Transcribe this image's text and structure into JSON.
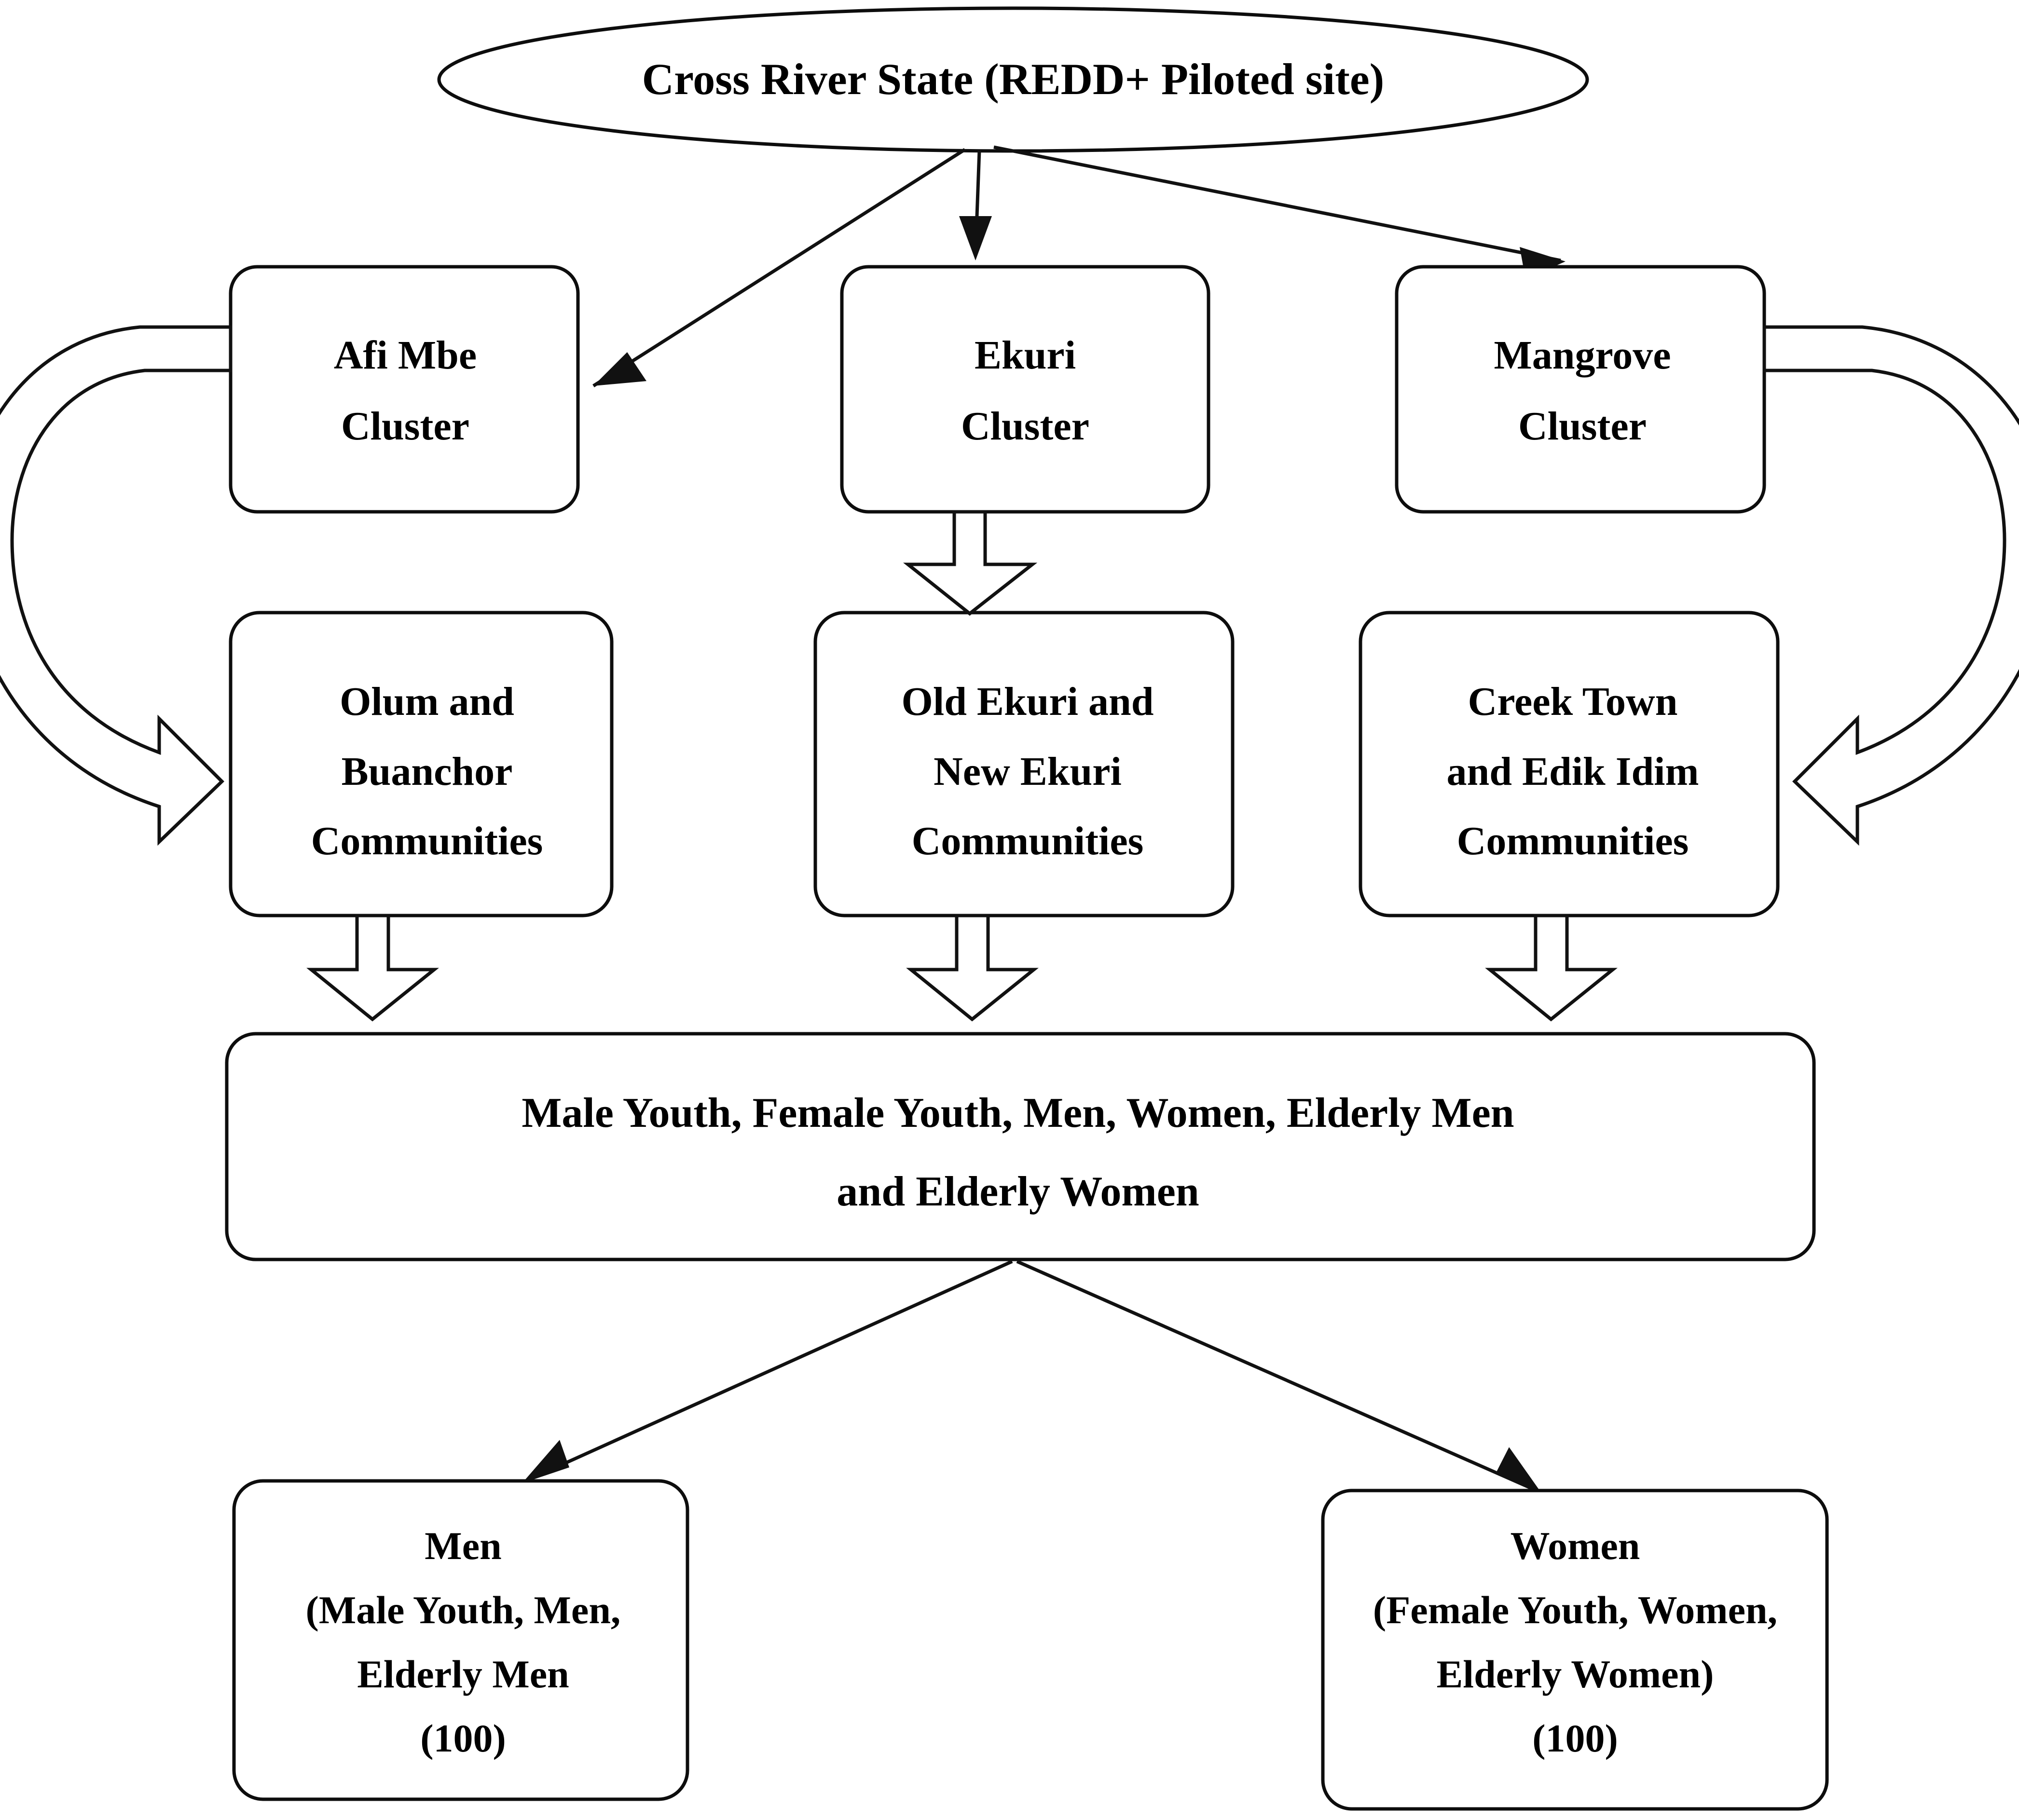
{
  "diagram": {
    "title_node": {
      "label": "Cross River State (REDD+ Piloted site)"
    },
    "clusters": [
      {
        "line1": "Afi Mbe",
        "line2": "Cluster"
      },
      {
        "line1": "Ekuri",
        "line2": "Cluster"
      },
      {
        "line1": "Mangrove",
        "line2": "Cluster"
      }
    ],
    "communities": [
      {
        "line1": "Olum and",
        "line2": "Buanchor",
        "line3": "Communities"
      },
      {
        "line1": "Old Ekuri and",
        "line2": "New Ekuri",
        "line3": "Communities"
      },
      {
        "line1": "Creek Town",
        "line2": "and Edik Idim",
        "line3": "Communities"
      }
    ],
    "participants": {
      "line1": "Male Youth, Female Youth, Men, Women, Elderly Men",
      "line2": "and Elderly Women"
    },
    "groups": [
      {
        "line1": "Men",
        "line2": "(Male Youth, Men,",
        "line3": "Elderly Men",
        "line4": "(100)"
      },
      {
        "line1": "Women",
        "line2": "(Female Youth, Women,",
        "line3": "Elderly Women)",
        "line4": "(100)"
      }
    ],
    "colors": {
      "stroke": "#111111",
      "fill": "#ffffff",
      "text": "#000000"
    }
  }
}
